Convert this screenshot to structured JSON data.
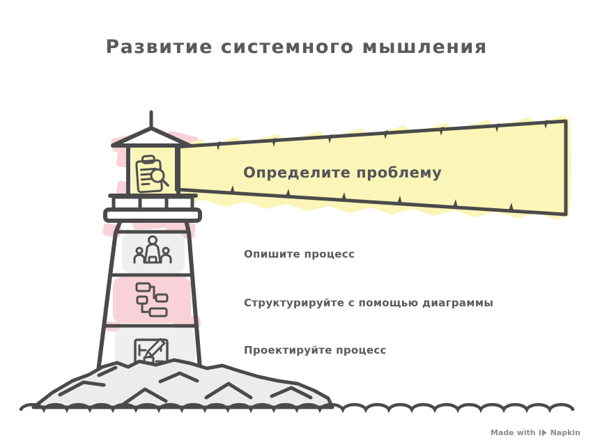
{
  "title": "Развитие системного мышления",
  "beam": {
    "label": "Определите проблему"
  },
  "steps": [
    {
      "label": "Опишите процесс"
    },
    {
      "label": "Структурируйте с помощью диаграммы"
    },
    {
      "label": "Проектируйте процесс"
    }
  ],
  "icons": {
    "lantern": "clipboard-search-icon",
    "band1": "presentation-people-icon",
    "band2": "flowchart-icon",
    "band3": "blueprint-pencil-icon"
  },
  "footer": {
    "made_with": "Made with",
    "brand": "Napkin"
  },
  "colors": {
    "outline": "#4a4a4a",
    "beam_yellow": "#fbf5b8",
    "pink": "#f8d2d8",
    "band_gray": "#efefef",
    "rock_gray": "#ececec",
    "text_gray": "#5a5a5a",
    "footer_gray": "#8c8c8c"
  }
}
